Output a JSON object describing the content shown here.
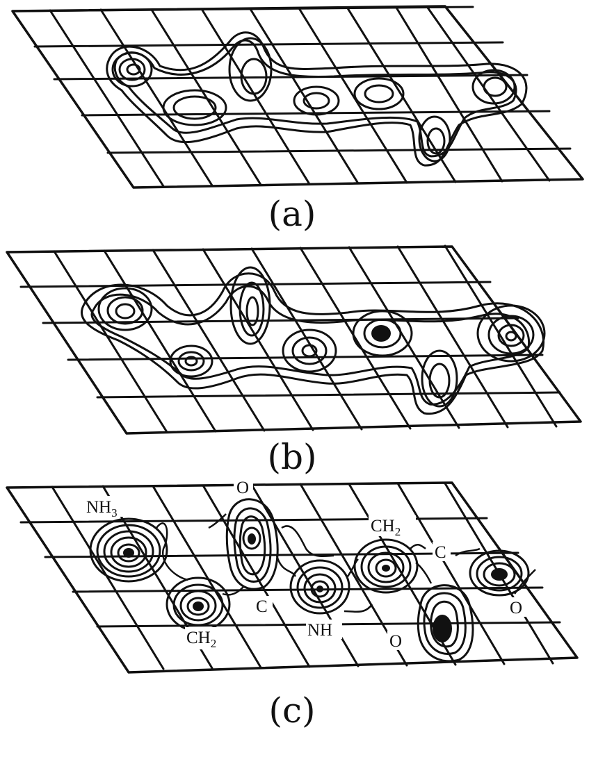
{
  "panels": [
    {
      "id": "a",
      "caption": "(a)"
    },
    {
      "id": "b",
      "caption": "(b)"
    },
    {
      "id": "c",
      "caption": "(c)"
    }
  ],
  "atom_labels": {
    "nh3": "NH",
    "nh3_sub": "3",
    "o_top": "O",
    "ch2_top": "CH",
    "ch2_top_sub": "2",
    "c_right": "C",
    "c_mid": "C",
    "nh": "NH",
    "ch2_bottom": "CH",
    "ch2_bottom_sub": "2",
    "o_right": "O",
    "o_bottom": "O"
  },
  "colors": {
    "ink": "#111111",
    "paper": "#ffffff"
  }
}
